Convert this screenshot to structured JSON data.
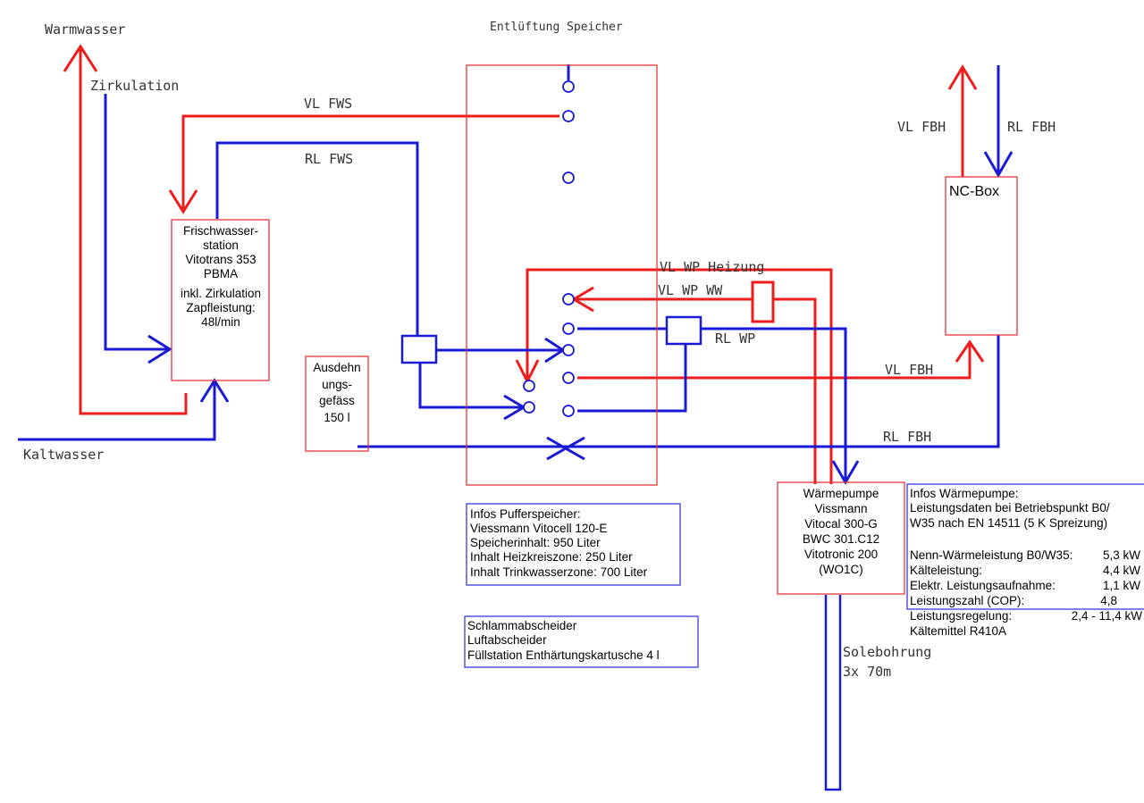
{
  "colors": {
    "flow_hot": "#ee1c1c",
    "flow_cold": "#1a1ad6",
    "box_border": "#e8363a",
    "info_border": "#3a3ae0"
  },
  "labels": {
    "warmwasser": "Warmwasser",
    "zirkulation": "Zirkulation",
    "kaltwasser": "Kaltwasser",
    "entlueftung": "Entlüftung Speicher",
    "vl_fws": "VL FWS",
    "rl_fws": "RL FWS",
    "vl_wp_heizung": "VL WP Heizung",
    "vl_wp_ww": "VL WP WW",
    "rl_wp": "RL WP",
    "vl_fbh_top": "VL FBH",
    "rl_fbh_top": "RL FBH",
    "vl_fbh": "VL FBH",
    "rl_fbh": "RL FBH",
    "solebohrung": [
      "Solebohrung",
      "3x 70m"
    ]
  },
  "components": {
    "frischwasserstation": [
      "Frischwasser-",
      "station",
      "Vitotrans 353",
      "PBMA",
      "inkl. Zirkulation",
      "Zapfleistung:",
      "48l/min"
    ],
    "ausdehnungsgefaess": [
      "Ausdehn",
      "ungs-",
      "gefäss",
      "150 l"
    ],
    "nc_box": "NC-Box",
    "waermepumpe": [
      "Wärmepumpe",
      "Vissmann",
      "Vitocal 300-G",
      "BWC 301.C12",
      "Vitotronic 200",
      "(WO1C)"
    ]
  },
  "info_boxes": {
    "pufferspeicher": [
      "Infos Pufferspeicher:",
      "Viessmann Vitocell 120-E",
      "Speicherinhalt: 950 Liter",
      "Inhalt Heizkreiszone: 250 Liter",
      "Inhalt Trinkwasserzone: 700 Liter"
    ],
    "zubehoer": [
      "Schlammabscheider",
      "Luftabscheider",
      "Füllstation Enthärtungskartusche 4 l"
    ],
    "waermepumpe_header": [
      "Infos Wärmepumpe:",
      "Leistungsdaten bei Betriebspunkt B0/",
      "W35 nach EN 14511 (5 K Spreizung)"
    ],
    "waermepumpe_rows": [
      {
        "label": "Nenn-Wärmeleistung B0/W35:",
        "value": "5,3 kW"
      },
      {
        "label": "Kälteleistung:",
        "value": "4,4 kW"
      },
      {
        "label": "Elektr. Leistungsaufnahme:",
        "value": "1,1 kW"
      },
      {
        "label": "Leistungszahl (COP):",
        "value": "4,8"
      },
      {
        "label": "Leistungsregelung:",
        "value": "2,4 - 11,4 kW"
      }
    ],
    "kaeltemittel": "Kältemittel R410A"
  }
}
